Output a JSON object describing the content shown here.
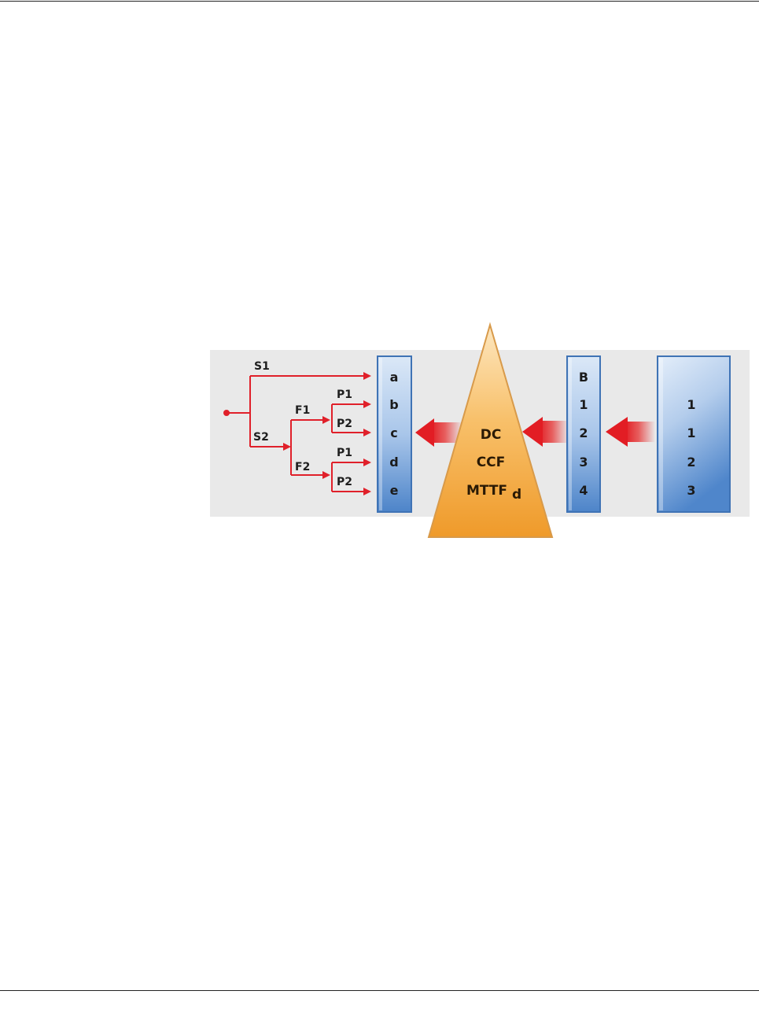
{
  "diagram": {
    "switch_labels": [
      "S1",
      "S2"
    ],
    "branch_labels": [
      "F1",
      "F2"
    ],
    "path_labels": [
      "P1",
      "P2",
      "P1",
      "P2"
    ],
    "category_column": [
      "a",
      "b",
      "c",
      "d",
      "e"
    ],
    "triangle_lines": [
      "DC",
      "CCF",
      "MTTF"
    ],
    "triangle_subscript": "d",
    "architecture_column": [
      "B",
      "1",
      "2",
      "3",
      "4"
    ],
    "input_column": [
      "1",
      "1",
      "2",
      "3"
    ],
    "colors": {
      "background_panel": "#e9e9e9",
      "wire_red": "#e0202a",
      "column_blue": "#5b8fd0",
      "triangle_orange": "#f3a030"
    }
  }
}
